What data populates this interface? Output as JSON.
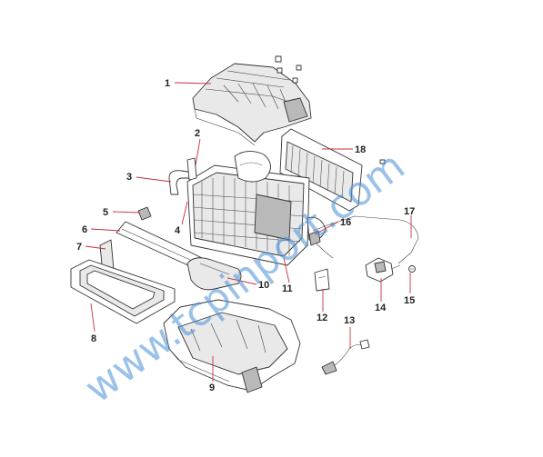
{
  "watermark": "www.tcpinport.com",
  "callouts": [
    "1",
    "2",
    "3",
    "4",
    "5",
    "6",
    "7",
    "8",
    "9",
    "10",
    "11",
    "12",
    "13",
    "14",
    "15",
    "16",
    "17",
    "18"
  ]
}
